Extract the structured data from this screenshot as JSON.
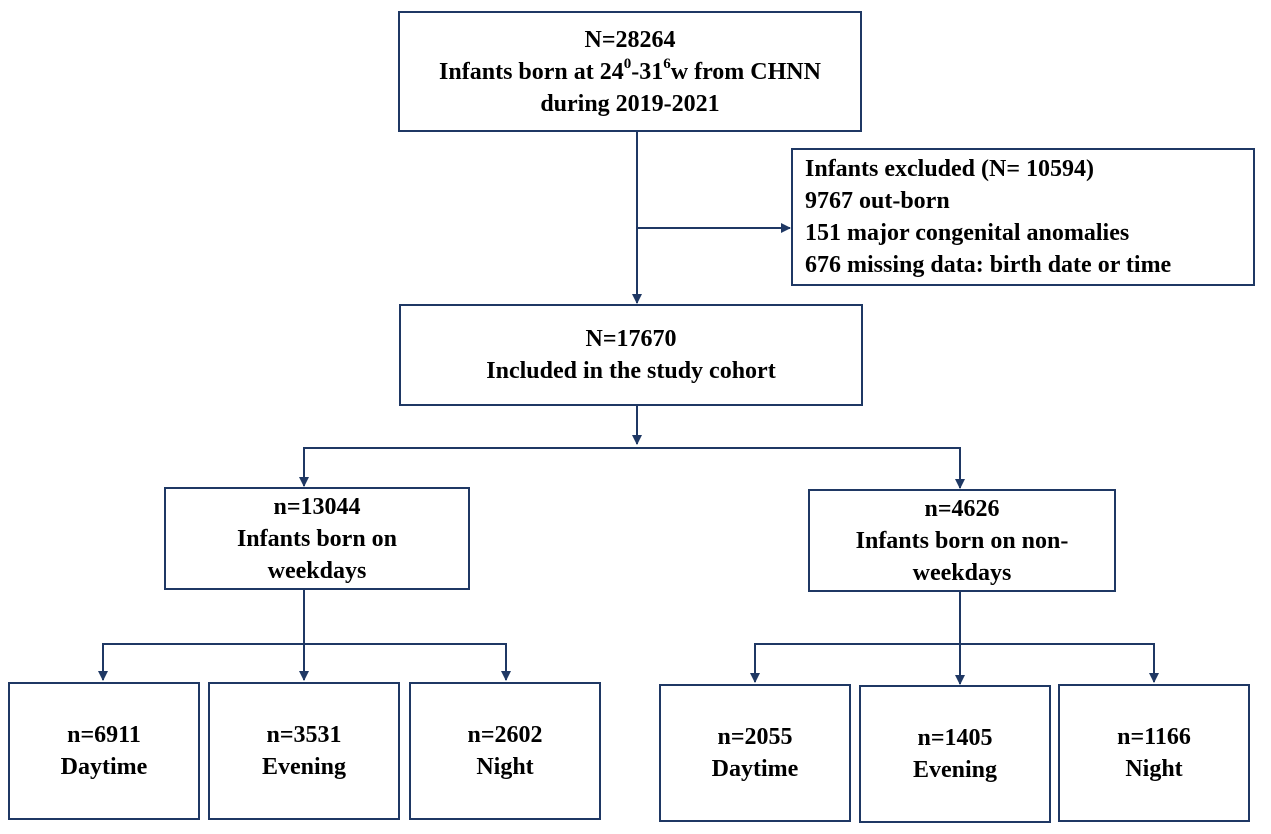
{
  "colors": {
    "connector": "#1f3864",
    "box_border": "#1f3864"
  },
  "top": {
    "count": "N=28264",
    "line2_a": "Infants born at 24",
    "line2_sup1": "0",
    "line2_b": "-31",
    "line2_sup2": "6",
    "line2_c": "w from CHNN",
    "line3": "during 2019-2021"
  },
  "excluded": {
    "title": "Infants excluded (N= 10594)",
    "items": [
      "9767 out-born",
      "151 major congenital anomalies",
      "676 missing data: birth date or time"
    ]
  },
  "cohort": {
    "count": "N=17670",
    "label": "Included in the study cohort"
  },
  "weekday": {
    "count": "n=13044",
    "line1": "Infants born on",
    "line2": "weekdays"
  },
  "nonweekday": {
    "count": "n=4626",
    "line1": "Infants born on non-",
    "line2": "weekdays"
  },
  "leaves": [
    {
      "count": "n=6911",
      "label": "Daytime"
    },
    {
      "count": "n=3531",
      "label": "Evening"
    },
    {
      "count": "n=2602",
      "label": "Night"
    },
    {
      "count": "n=2055",
      "label": "Daytime"
    },
    {
      "count": "n=1405",
      "label": "Evening"
    },
    {
      "count": "n=1166",
      "label": "Night"
    }
  ]
}
